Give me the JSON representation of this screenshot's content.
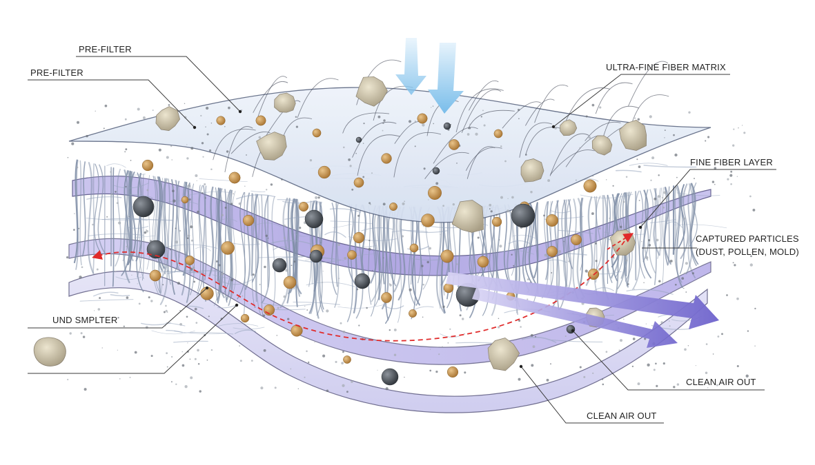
{
  "labels": {
    "pre_filter_1": "PRE-FILTER",
    "pre_filter_2": "PRE-FILTER",
    "ultra_fine": "ULTRA-FINE FIBER MATRIX",
    "fine_fiber": "FINE FIBER LAYER",
    "captured_1": "CAPTURED PARTICLES",
    "captured_2": "(DUST, POLLEN, MOLD)",
    "und_smplter": "UND SMPLTER",
    "clean_air_1": "CLEAN AIR OUT",
    "clean_air_2": "CLEAN AIR OUT"
  },
  "icons": {
    "air_in": "air-inflow-arrow-icon",
    "air_out": "clean-air-outflow-arrow-icon",
    "flow_path": "particle-flow-path-icon",
    "loose_particle": "loose-particle-icon"
  },
  "colors": {
    "layer_top": "#e3eaf5",
    "layer_mid": "#b7b0e6",
    "layer_low": "#c9c3ee",
    "layer_bottom": "#dcdcf3",
    "fiber": "#7f8ea6",
    "particle_gold": "#c99a57",
    "particle_dark": "#4a4f57",
    "dust": "#cfc6ad",
    "inflow_arrow": "#8fc7ec",
    "outflow_arrow": "#7b72d0",
    "flow_path": "#e02a2a"
  }
}
